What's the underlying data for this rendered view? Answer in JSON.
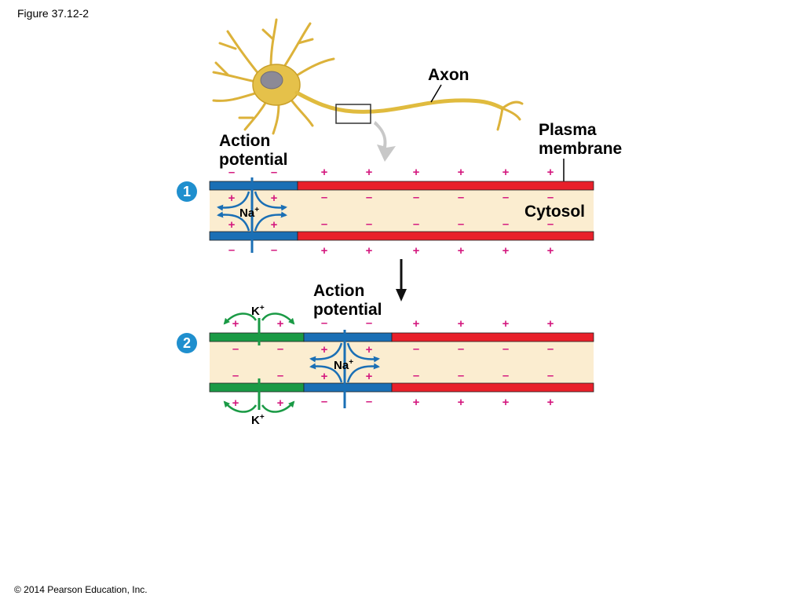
{
  "figure_label": "Figure 37.12-2",
  "copyright": "© 2014 Pearson Education, Inc.",
  "labels": {
    "axon": "Axon",
    "plasma_membrane_line1": "Plasma",
    "plasma_membrane_line2": "membrane",
    "action_potential_line1": "Action",
    "action_potential_line2": "potential",
    "cytosol": "Cytosol",
    "na": "Na",
    "k": "K",
    "ion_charge": "+"
  },
  "signs": {
    "plus": "+",
    "minus": "–"
  },
  "steps": [
    {
      "number": "1"
    },
    {
      "number": "2"
    }
  ],
  "colors": {
    "depolarized": "#1a6fb5",
    "resting": "#e8202a",
    "repolarizing": "#1a9a45",
    "cytosol": "#fbedd0",
    "charge": "#d4197f",
    "step_badge": "#1f8fce",
    "neuron": "#e5c14a",
    "arrow_gray": "#c8c8c8"
  }
}
